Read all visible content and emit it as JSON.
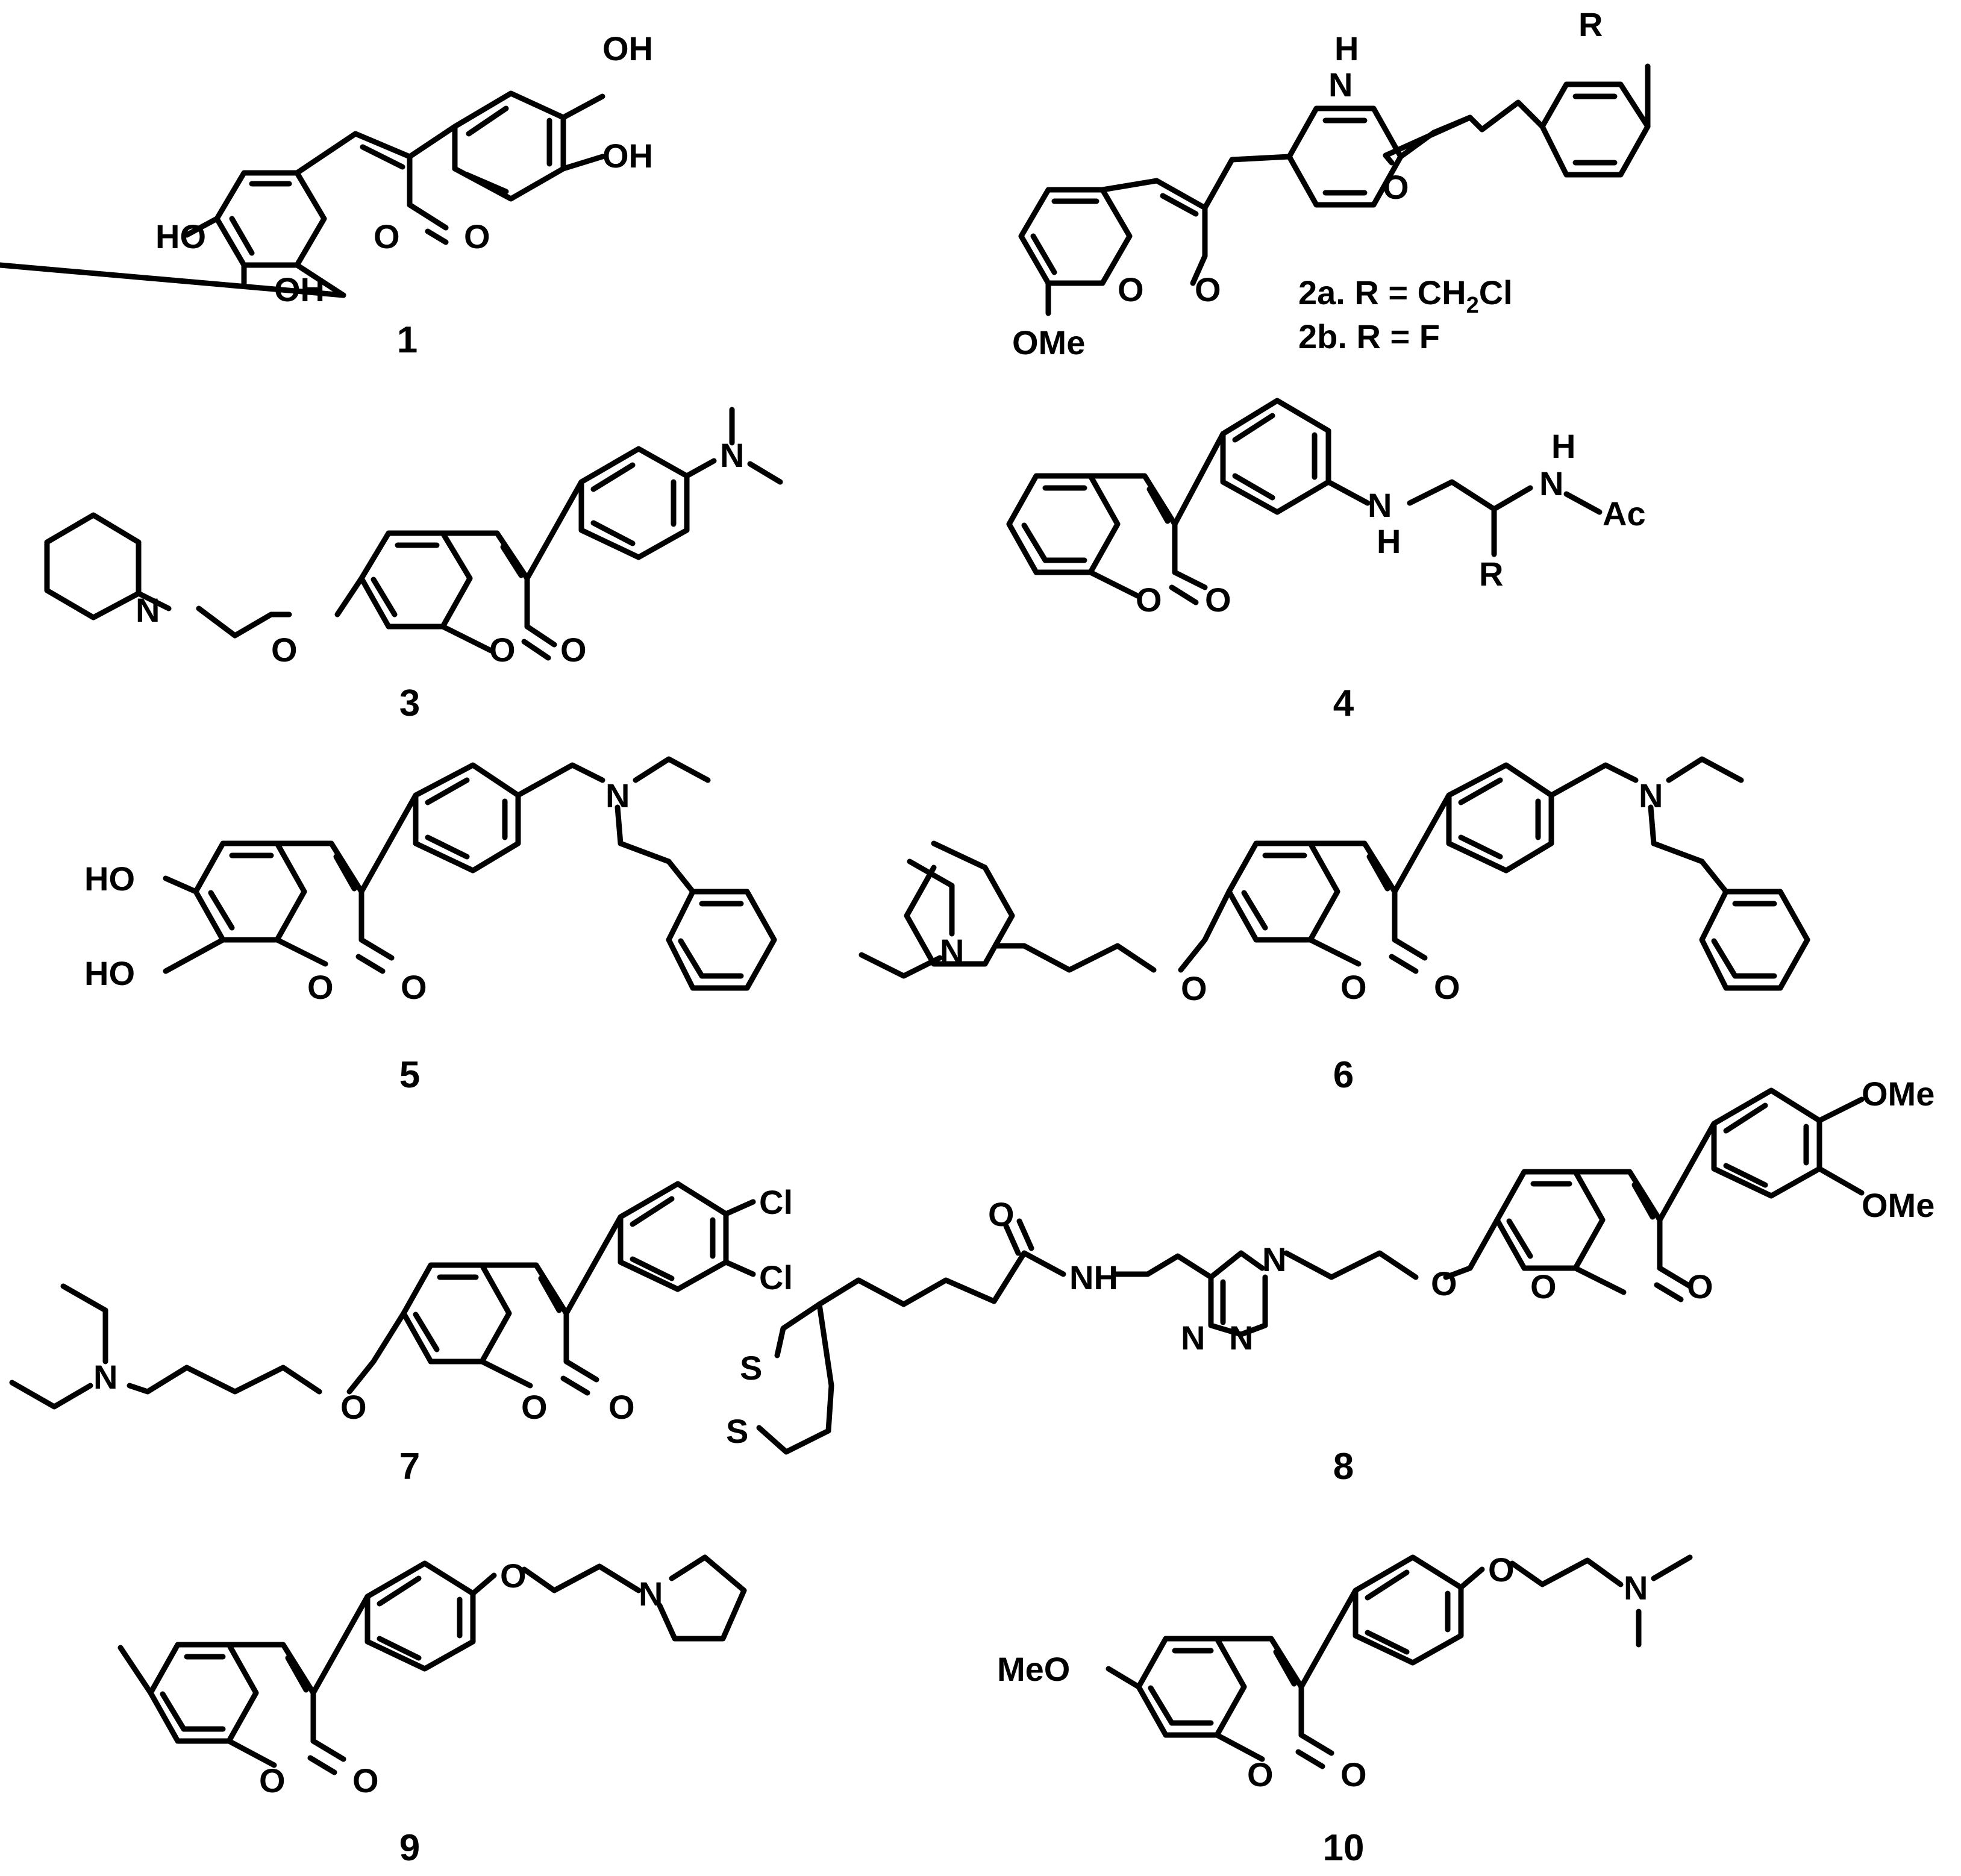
{
  "compounds": [
    {
      "label": "1",
      "atoms": [
        "OH",
        "OH",
        "HO",
        "OH",
        "O",
        "O"
      ]
    },
    {
      "label": "2a. R = CH",
      "sub": "2",
      "tail": "Cl",
      "label_b": "2b. R = F",
      "caption": "2",
      "atoms": [
        "R",
        "H",
        "N",
        "O",
        "O",
        "O",
        "OMe"
      ]
    },
    {
      "label": "3",
      "atoms": [
        "N",
        "N",
        "O",
        "O",
        "O"
      ]
    },
    {
      "label": "4",
      "atoms": [
        "H",
        "N",
        "Ac",
        "N",
        "H",
        "R",
        "O",
        "O"
      ]
    },
    {
      "label": "5",
      "atoms": [
        "N",
        "HO",
        "HO",
        "O",
        "O"
      ]
    },
    {
      "label": "6",
      "atoms": [
        "N",
        "N",
        "O",
        "O",
        "O"
      ]
    },
    {
      "label": "7",
      "atoms": [
        "Cl",
        "Cl",
        "N",
        "O",
        "O",
        "O"
      ]
    },
    {
      "label": "8",
      "atoms": [
        "OMe",
        "OMe",
        "O",
        "N",
        "NH",
        "N",
        "N",
        "O",
        "O",
        "O",
        "S",
        "S"
      ]
    },
    {
      "label": "9",
      "atoms": [
        "O",
        "N",
        "O",
        "O"
      ]
    },
    {
      "label": "10",
      "atoms": [
        "O",
        "N",
        "MeO",
        "O",
        "O"
      ]
    }
  ]
}
